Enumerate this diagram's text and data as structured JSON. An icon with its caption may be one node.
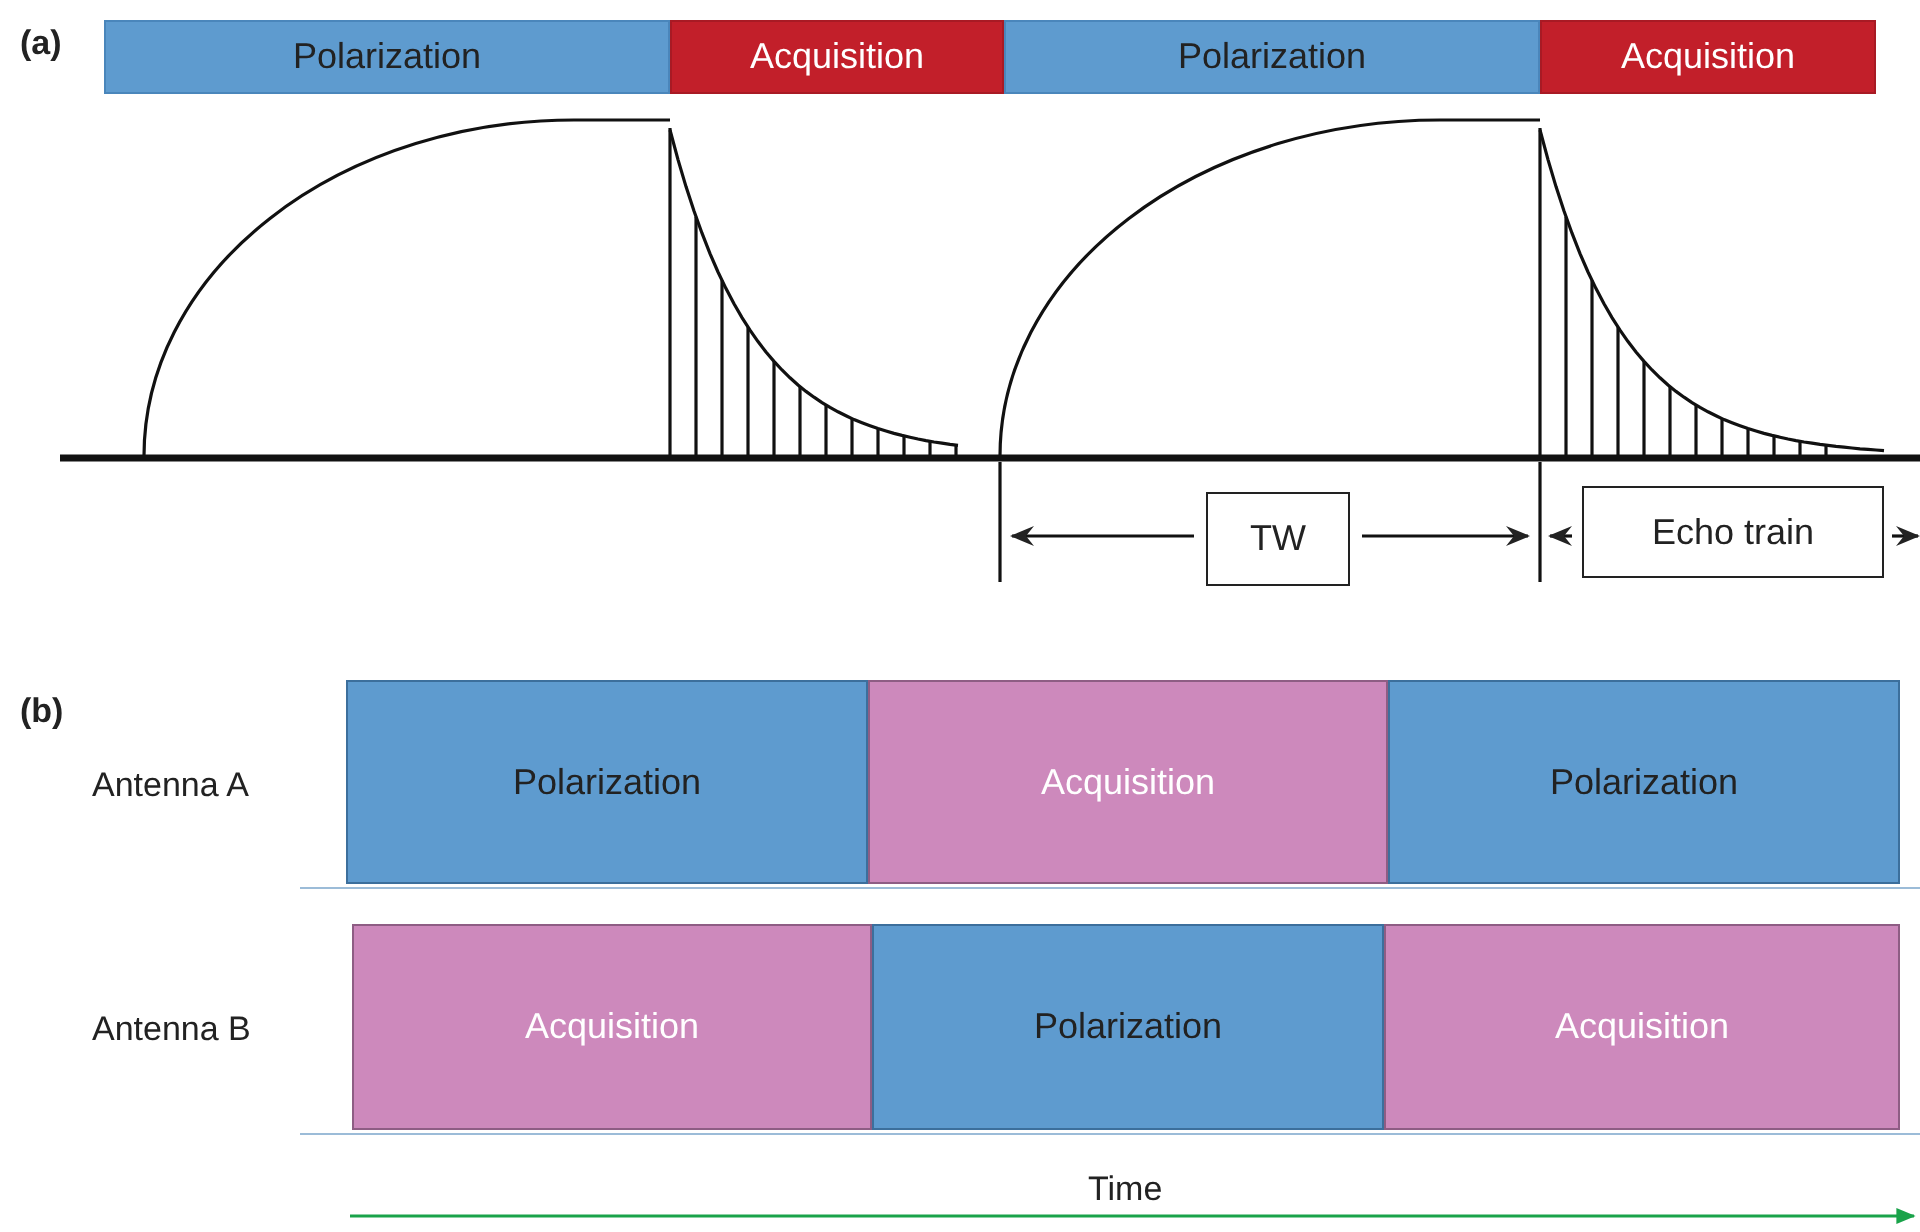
{
  "diagram": {
    "nodes": [
      {
        "text": [
          "Polarization"
        ]
      },
      {
        "text": [
          "Acquisition"
        ]
      },
      {
        "text": [
          "Polarization"
        ]
      },
      {
        "text": [
          "Acquisition"
        ]
      },
      {
        "text": [
          "TW"
        ]
      },
      {
        "text": [
          "Echo train"
        ]
      },
      {
        "text": [
          "Polarization"
        ]
      },
      {
        "text": [
          "Acquisition"
        ]
      },
      {
        "text": [
          "Polarization"
        ]
      },
      {
        "text": [
          "Acquisition"
        ]
      },
      {
        "text": [
          "Polarization"
        ]
      },
      {
        "text": [
          "Acquisition"
        ]
      }
    ],
    "labels": [
      "(a)",
      "(b)",
      "Antenna A",
      "Antenna B",
      "Time"
    ]
  }
}
